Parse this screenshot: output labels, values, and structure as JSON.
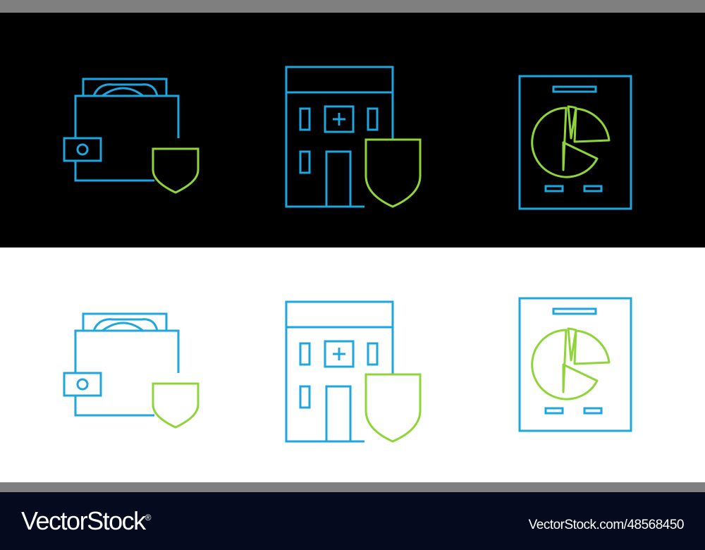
{
  "colors": {
    "page_gray": "#7f7f7f",
    "dark_panel": "#000000",
    "light_panel": "#ffffff",
    "footer_bg": "#050a1f",
    "line_blue": "#1ea6e0",
    "line_green": "#8fd53a"
  },
  "icon_sets": [
    {
      "panel": "dark",
      "icons": [
        "wallet-with-shield-icon",
        "hospital-building-with-shield-icon",
        "document-with-pie-chart-icon"
      ]
    },
    {
      "panel": "light",
      "icons": [
        "wallet-with-shield-icon",
        "hospital-building-with-shield-icon",
        "document-with-pie-chart-icon"
      ]
    }
  ],
  "footer": {
    "brand_prefix": "Vector",
    "brand_suffix": "Stock",
    "brand_mark": "®",
    "image_id": "VectorStock.com/48568450"
  }
}
